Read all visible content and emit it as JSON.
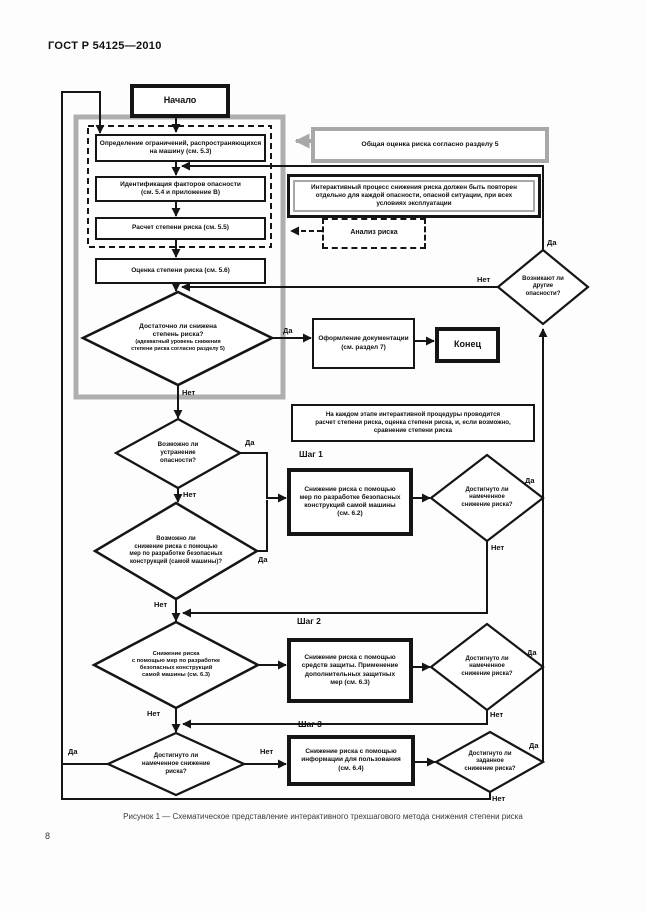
{
  "page": {
    "header": "ГОСТ Р 54125—2010",
    "caption": "Рисунок 1 — Схематическое представление интерактивного трехшагового метода снижения степени риска",
    "page_number": "8"
  },
  "labels": {
    "yes": "Да",
    "no": "Нет",
    "step1": "Шаг 1",
    "step2": "Шаг 2",
    "step3": "Шаг 3"
  },
  "colors": {
    "line": "#151515",
    "grey_accent": "#a8a8a8"
  },
  "nodes": {
    "start": "Начало",
    "overall_assessment": "Общая оценка риска согласно разделу 5",
    "iterative_note": "Интерактивный процесс снижения риска должен быть повторен\nотдельно для каждой опасности, опасной ситуации, при всех\nусловиях эксплуатации",
    "limits": "Определение ограничений, распространяющихся\nна машину (см. 5.3)",
    "hazard_identification": "Идентификация факторов опасности\n(см. 5.4 и приложение В)",
    "risk_estimation": "Расчет степени риска (см. 5.5)",
    "risk_analysis": "Анализ риска",
    "risk_evaluation": "Оценка степени риска (см. 5.6)",
    "q_risk_reduced": "Достаточно ли снижена\nстепень риска?",
    "q_risk_reduced_note": "(адекватный уровень снижения\nстепени риска согласно разделу 5)",
    "documentation": "Оформление документации\n(см. раздел 7)",
    "end": "Конец",
    "q_other_hazards": "Возникают ли\nдругие\nопасности?",
    "step_note": "На каждом этапе интерактивной процедуры проводится\nрасчет степени риска, оценка степени риска, и, если возможно,\nсравнение степени риска",
    "q_hazard_removal": "Возможно ли\nустранение\nопасности?",
    "q_safe_design": "Возможно ли\nснижение риска с помощью\nмер по разработке безопасных\nконструкций (самой машины)?",
    "step1_box": "Снижение риска с помощью\nмер по разработке безопасных\nконструкций самой машины\n(см. 6.2)",
    "q_intended_reduction": "Достигнуто ли\nнамеченное\nснижение риска?",
    "q_safeguards": "Снижение риска\nс помощью мер по разработке\nбезопасных конструкций\nсамой машины (см. 6.3)",
    "step2_box": "Снижение риска с помощью\nсредств защиты. Применение\nдополнительных защитных\nмер (см. 6.3)",
    "q_intended_reduction2": "Достигнуто ли\nнамеченное снижение\nриска?",
    "step3_box": "Снижение риска с помощью\nинформации для пользования\n(см. 6.4)",
    "q_required_reduction": "Достигнуто ли\nзаданное\nснижение риска?"
  }
}
